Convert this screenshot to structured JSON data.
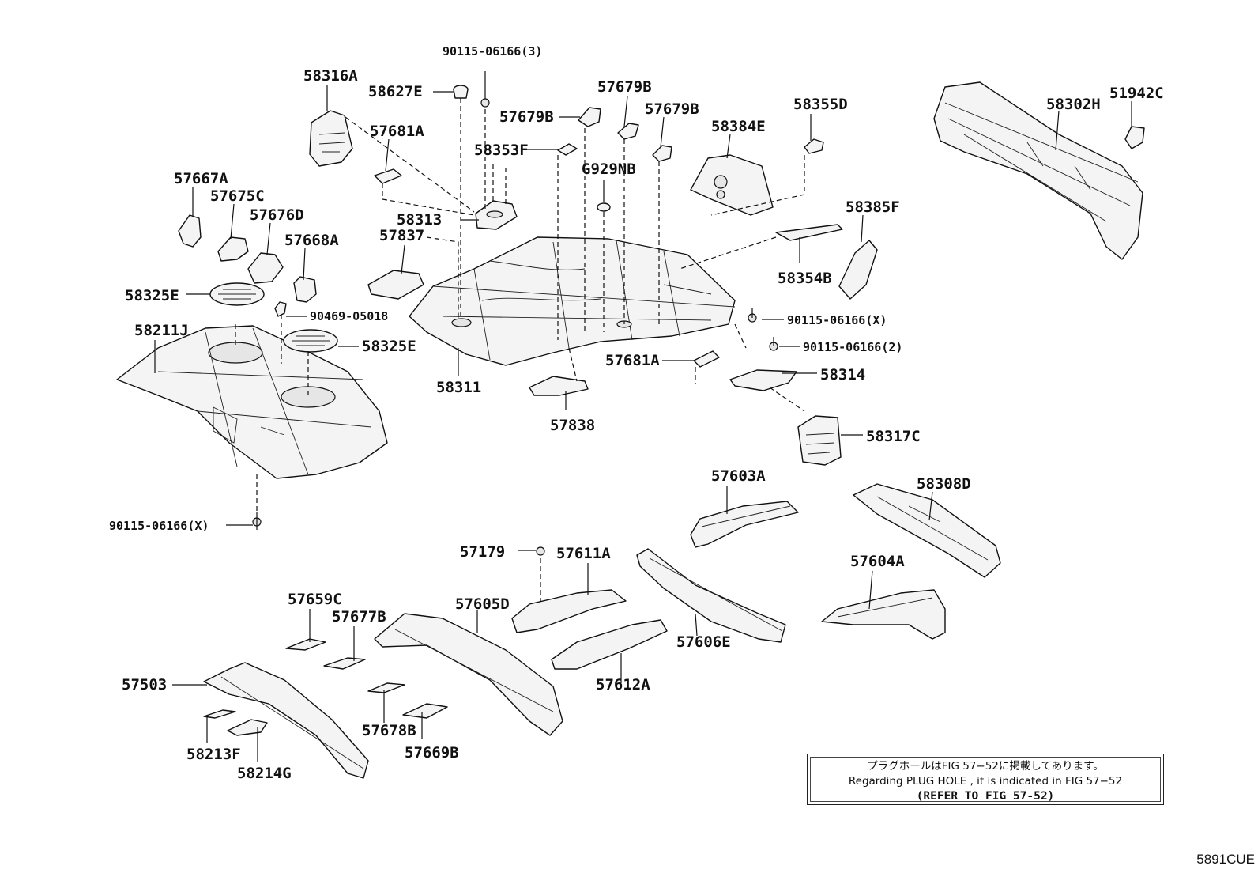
{
  "diagram": {
    "labels": {
      "l_90115_top": "90115-06166(3)",
      "l_58316A": "58316A",
      "l_58627E": "58627E",
      "l_57679B_a": "57679B",
      "l_57679B_b": "57679B",
      "l_57679B_c": "57679B",
      "l_58355D": "58355D",
      "l_58302H": "58302H",
      "l_51942C": "51942C",
      "l_57681A_a": "57681A",
      "l_58353F": "58353F",
      "l_58384E": "58384E",
      "l_G929NB": "G929NB",
      "l_57667A": "57667A",
      "l_57675C": "57675C",
      "l_57676D": "57676D",
      "l_58313": "58313",
      "l_57837": "57837",
      "l_58385F": "58385F",
      "l_57668A": "57668A",
      "l_58354B": "58354B",
      "l_58325E_a": "58325E",
      "l_90469": "90469-05018",
      "l_90115_x1": "90115-06166(X)",
      "l_58211J": "58211J",
      "l_58325E_b": "58325E",
      "l_90115_2": "90115-06166(2)",
      "l_57681A_b": "57681A",
      "l_58314": "58314",
      "l_58311": "58311",
      "l_57838": "57838",
      "l_58317C": "58317C",
      "l_57603A": "57603A",
      "l_58308D": "58308D",
      "l_90115_x2": "90115-06166(X)",
      "l_57179": "57179",
      "l_57611A": "57611A",
      "l_57604A": "57604A",
      "l_57659C": "57659C",
      "l_57605D": "57605D",
      "l_57677B": "57677B",
      "l_57606E": "57606E",
      "l_57503": "57503",
      "l_57612A": "57612A",
      "l_57678B": "57678B",
      "l_57669B": "57669B",
      "l_58213F": "58213F",
      "l_58214G": "58214G"
    },
    "note": {
      "line_jp": "プラグホールはFIG 57−52に掲載してあります。",
      "line_en": "Regarding PLUG HOLE , it is indicated in FIG 57−52",
      "line_ref": "(REFER TO FIG 57-52)"
    },
    "code": "5891CUE"
  }
}
